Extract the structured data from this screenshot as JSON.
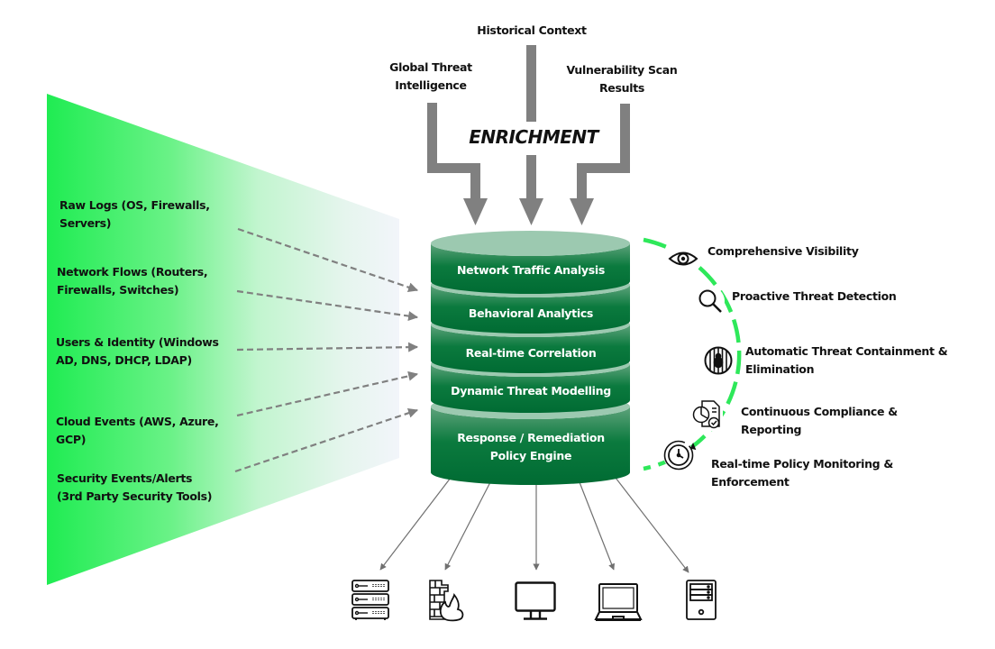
{
  "colors": {
    "funnel_green": "#22ee55",
    "cylinder_dark": "#006b33",
    "cylinder_top": "#9cc9b0",
    "arc_green": "#2ee85a",
    "arrow_gray": "#7f7f7f",
    "text": "#111111"
  },
  "enrichment": {
    "title": "ENRICHMENT",
    "sources": [
      {
        "line1": "Historical Context",
        "line2": ""
      },
      {
        "line1": "Global Threat",
        "line2": "Intelligence"
      },
      {
        "line1": "Vulnerability Scan",
        "line2": "Results"
      }
    ]
  },
  "inputs": [
    {
      "line1": "Raw Logs (OS, Firewalls,",
      "line2": "Servers)"
    },
    {
      "line1": "Network Flows (Routers,",
      "line2": "Firewalls, Switches)"
    },
    {
      "line1": "Users & Identity (Windows",
      "line2": "AD, DNS, DHCP,  LDAP)"
    },
    {
      "line1": "Cloud Events (AWS, Azure,",
      "line2": "GCP)"
    },
    {
      "line1": "Security Events/Alerts",
      "line2": "(3rd Party Security Tools)"
    }
  ],
  "engine_layers": [
    {
      "line1": "Network Traffic Analysis",
      "line2": ""
    },
    {
      "line1": "Behavioral Analytics",
      "line2": ""
    },
    {
      "line1": "Real-time Correlation",
      "line2": ""
    },
    {
      "line1": "Dynamic Threat Modelling",
      "line2": ""
    },
    {
      "line1": "Response / Remediation",
      "line2": "Policy Engine"
    }
  ],
  "benefits": [
    {
      "icon": "eye-icon",
      "line1": "Comprehensive Visibility",
      "line2": ""
    },
    {
      "icon": "magnifier-icon",
      "line1": "Proactive Threat Detection",
      "line2": ""
    },
    {
      "icon": "caged-bug-icon",
      "line1": "Automatic Threat Containment &",
      "line2": "Elimination"
    },
    {
      "icon": "compliance-report-icon",
      "line1": "Continuous Compliance &",
      "line2": "Reporting"
    },
    {
      "icon": "clock-refresh-icon",
      "line1": "Real-time Policy Monitoring &",
      "line2": "Enforcement"
    }
  ],
  "outputs": [
    {
      "icon": "server-rack-icon"
    },
    {
      "icon": "firewall-icon"
    },
    {
      "icon": "desktop-monitor-icon"
    },
    {
      "icon": "laptop-icon"
    },
    {
      "icon": "tower-pc-icon"
    }
  ]
}
